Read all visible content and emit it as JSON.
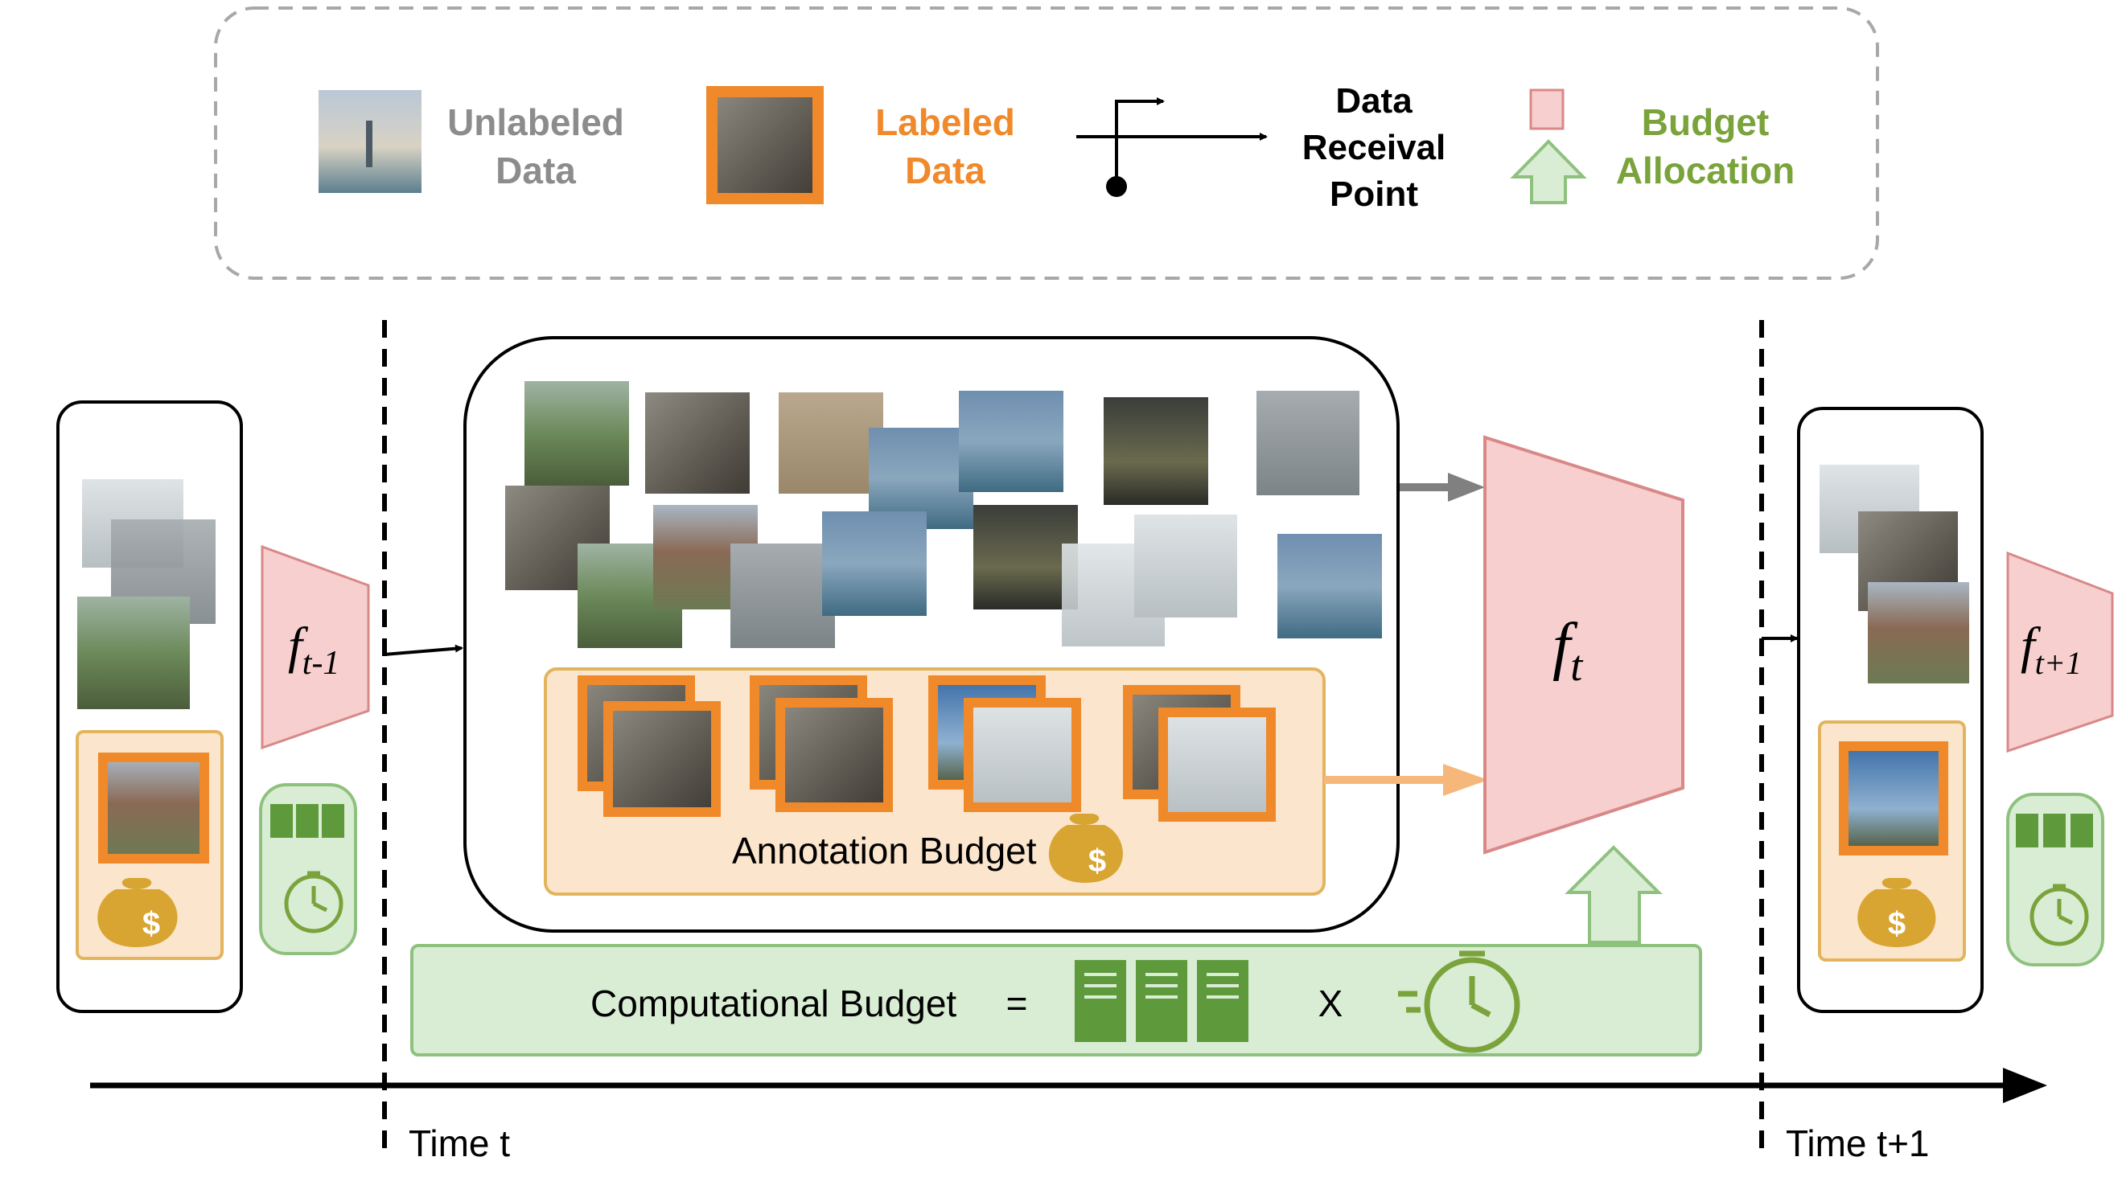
{
  "legend": {
    "unlabeled": "Unlabeled Data",
    "unlabeled_line1": "Unlabeled",
    "unlabeled_line2": "Data",
    "labeled_line1": "Labeled",
    "labeled_line2": "Data",
    "receival_line1": "Data",
    "receival_line2": "Receival",
    "receival_line3": "Point",
    "budget_line1": "Budget",
    "budget_line2": "Allocation"
  },
  "models": {
    "prev_base": "f",
    "prev_sub": "t-1",
    "curr_base": "f",
    "curr_sub": "t",
    "next_base": "f",
    "next_sub": "t+1"
  },
  "annotation_budget": "Annotation Budget",
  "computational_budget": {
    "label": "Computational Budget",
    "equals": "=",
    "times": "X"
  },
  "timeline": {
    "time_t": "Time t",
    "time_t1": "Time t+1"
  },
  "icons": {
    "dollar": "$",
    "money_bag": "money-bag-icon",
    "server": "server-rack-icon",
    "stopwatch": "stopwatch-icon"
  },
  "colors": {
    "unlabeled_text": "#8c8c8c",
    "labeled_orange": "#f0892a",
    "budget_green": "#7aa33b",
    "model_pink": "#f6cfce",
    "model_stroke": "#d98888",
    "annot_fill": "#fbe6cd",
    "annot_stroke": "#e3b45e",
    "comp_fill": "#d9ecd4",
    "comp_stroke": "#8fc17e",
    "server_green": "#5e9a3c",
    "bag_gold": "#d8a532"
  }
}
